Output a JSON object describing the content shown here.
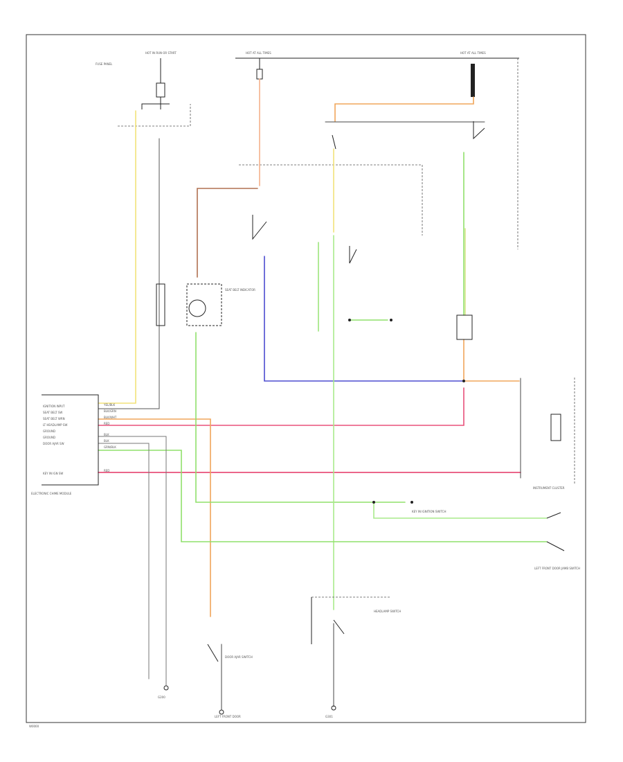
{
  "colors": {
    "yellow": "#f2e27a",
    "orange": "#f0a55a",
    "salmon": "#f3b08b",
    "brown": "#b07050",
    "green": "#8fe06a",
    "lightgreen": "#a8ea8a",
    "blue": "#4b4bd0",
    "red": "#e8507a",
    "black": "#222222",
    "gray": "#888888"
  },
  "labels": {
    "top_left_fuse_group": "HOT IN RUN OR START",
    "top_center_fuse": "HOT AT ALL TIMES",
    "top_right_fuse": "HOT AT ALL TIMES",
    "fuse_box_note": "FUSE PANEL",
    "module_title": "ELECTRONIC CHIME MODULE",
    "module_pins": [
      "IGNITION INPUT",
      "SEAT BELT SW",
      "SEAT BELT WRN",
      "LT HEADLAMP SW",
      "GROUND",
      "GROUND",
      "DOOR AJAR SW",
      "KEY IN IGN SW"
    ],
    "module_wire_codes": [
      "YEL/BLK",
      "BLK/GRN",
      "BLK/WHT",
      "RED",
      "BLK",
      "BLK",
      "GRN/BLK",
      "RED"
    ],
    "indicator": "SEAT BELT INDICATOR",
    "right_connector": "INSTRUMENT CLUSTER",
    "headlamp_switch": "HEADLAMP SWITCH",
    "key_switch": "KEY IN IGNITION SWITCH",
    "door_switch_left": "DOOR AJAR SWITCH",
    "door_switch_right": "LEFT FRONT DOOR JAMB SWITCH",
    "ground_left": "G200",
    "ground_center": "G301",
    "ground_bottom": "LEFT FRONT DOOR",
    "drawing_id": "W0000"
  }
}
